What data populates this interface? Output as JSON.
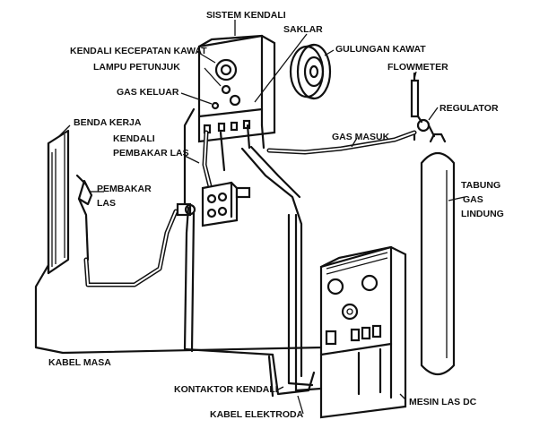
{
  "labels": {
    "sistem_kendali": "SISTEM KENDALI",
    "saklar": "SAKLAR",
    "kendali_kecepatan_kawat": "KENDALI KECEPATAN KAWAT",
    "gulungan_kawat": "GULUNGAN KAWAT",
    "lampu_petunjuk": "LAMPU PETUNJUK",
    "flowmeter": "FLOWMETER",
    "gas_keluar": "GAS KELUAR",
    "regulator": "REGULATOR",
    "benda_kerja": "BENDA KERJA",
    "kendali_pembakar_las_1": "KENDALI",
    "kendali_pembakar_las_2": "PEMBAKAR LAS",
    "gas_masuk": "GAS MASUK",
    "tabung_gas_lindung_1": "TABUNG",
    "tabung_gas_lindung_2": "GAS",
    "tabung_gas_lindung_3": "LINDUNG",
    "pembakar_las_1": "PEMBAKAR",
    "pembakar_las_2": "LAS",
    "kabel_masa": "KABEL MASA",
    "kontaktor_kendali": "KONTAKTOR KENDALI",
    "kabel_elektroda": "KABEL ELEKTRODA",
    "mesin_las_dc": "MESIN LAS DC"
  }
}
